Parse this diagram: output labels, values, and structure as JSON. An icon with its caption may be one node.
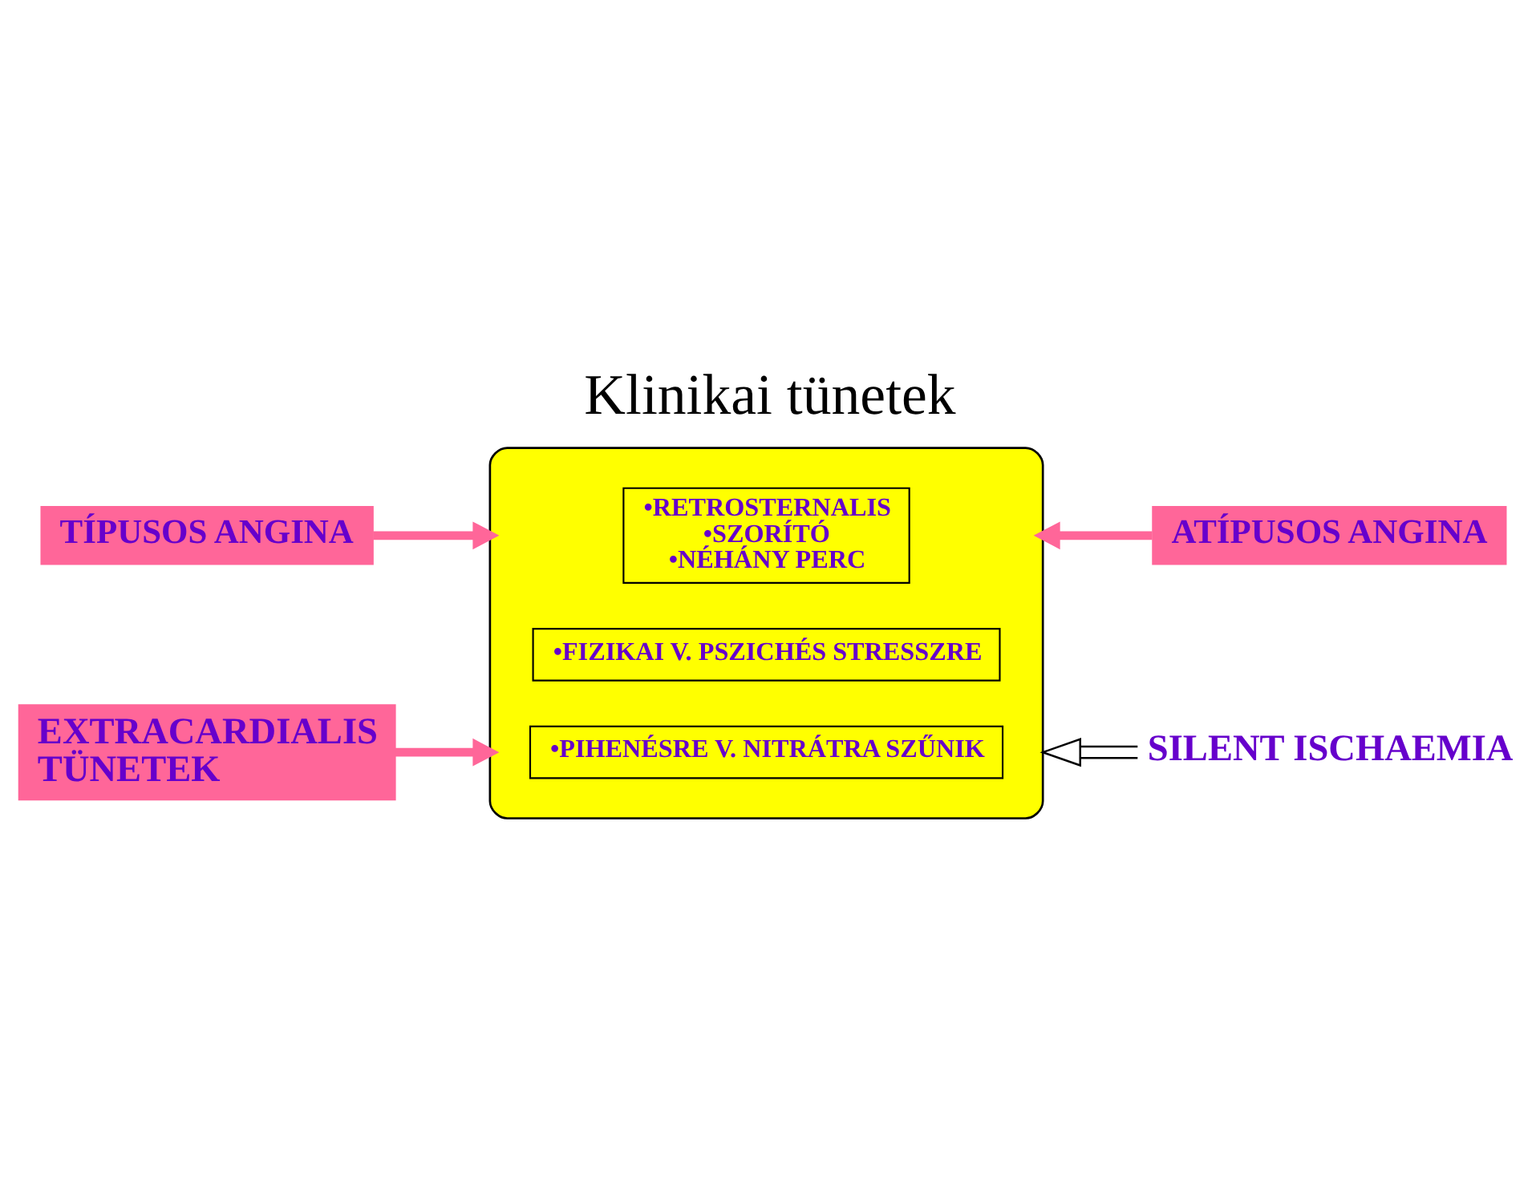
{
  "diagram": {
    "title": "Klinikai tünetek",
    "nodes": [
      {
        "text": [
          "TÍPUSOS ANGINA"
        ]
      },
      {
        "text": [
          "ATÍPUSOS ANGINA"
        ]
      },
      {
        "text": [],
        "shape": "ellipse"
      },
      {
        "text": [
          "•RETROSTERNALIS",
          "•SZORÍTÓ",
          "•NÉHÁNY PERC"
        ],
        "in": 2
      },
      {
        "text": [
          "•FIZIKAI V. PSZICHÉS STRESSZRE"
        ],
        "in": 2
      },
      {
        "text": [
          "•PIHENÉSRE V. NITRÁTRA SZŰNIK"
        ],
        "in": 2
      },
      {
        "text": [
          "EXTRACARDIALIS TÜNETEK"
        ]
      },
      {
        "text": [
          "SILENT ISCHAEMIA"
        ]
      }
    ],
    "edges": [
      {
        "from": 0,
        "to": 2,
        "arrow": "to"
      },
      {
        "from": 1,
        "to": 2,
        "arrow": "to"
      },
      {
        "from": 6,
        "to": 2,
        "arrow": "to"
      },
      {
        "from": 7,
        "to": 2,
        "arrow": "to",
        "color": "#000000"
      }
    ]
  }
}
